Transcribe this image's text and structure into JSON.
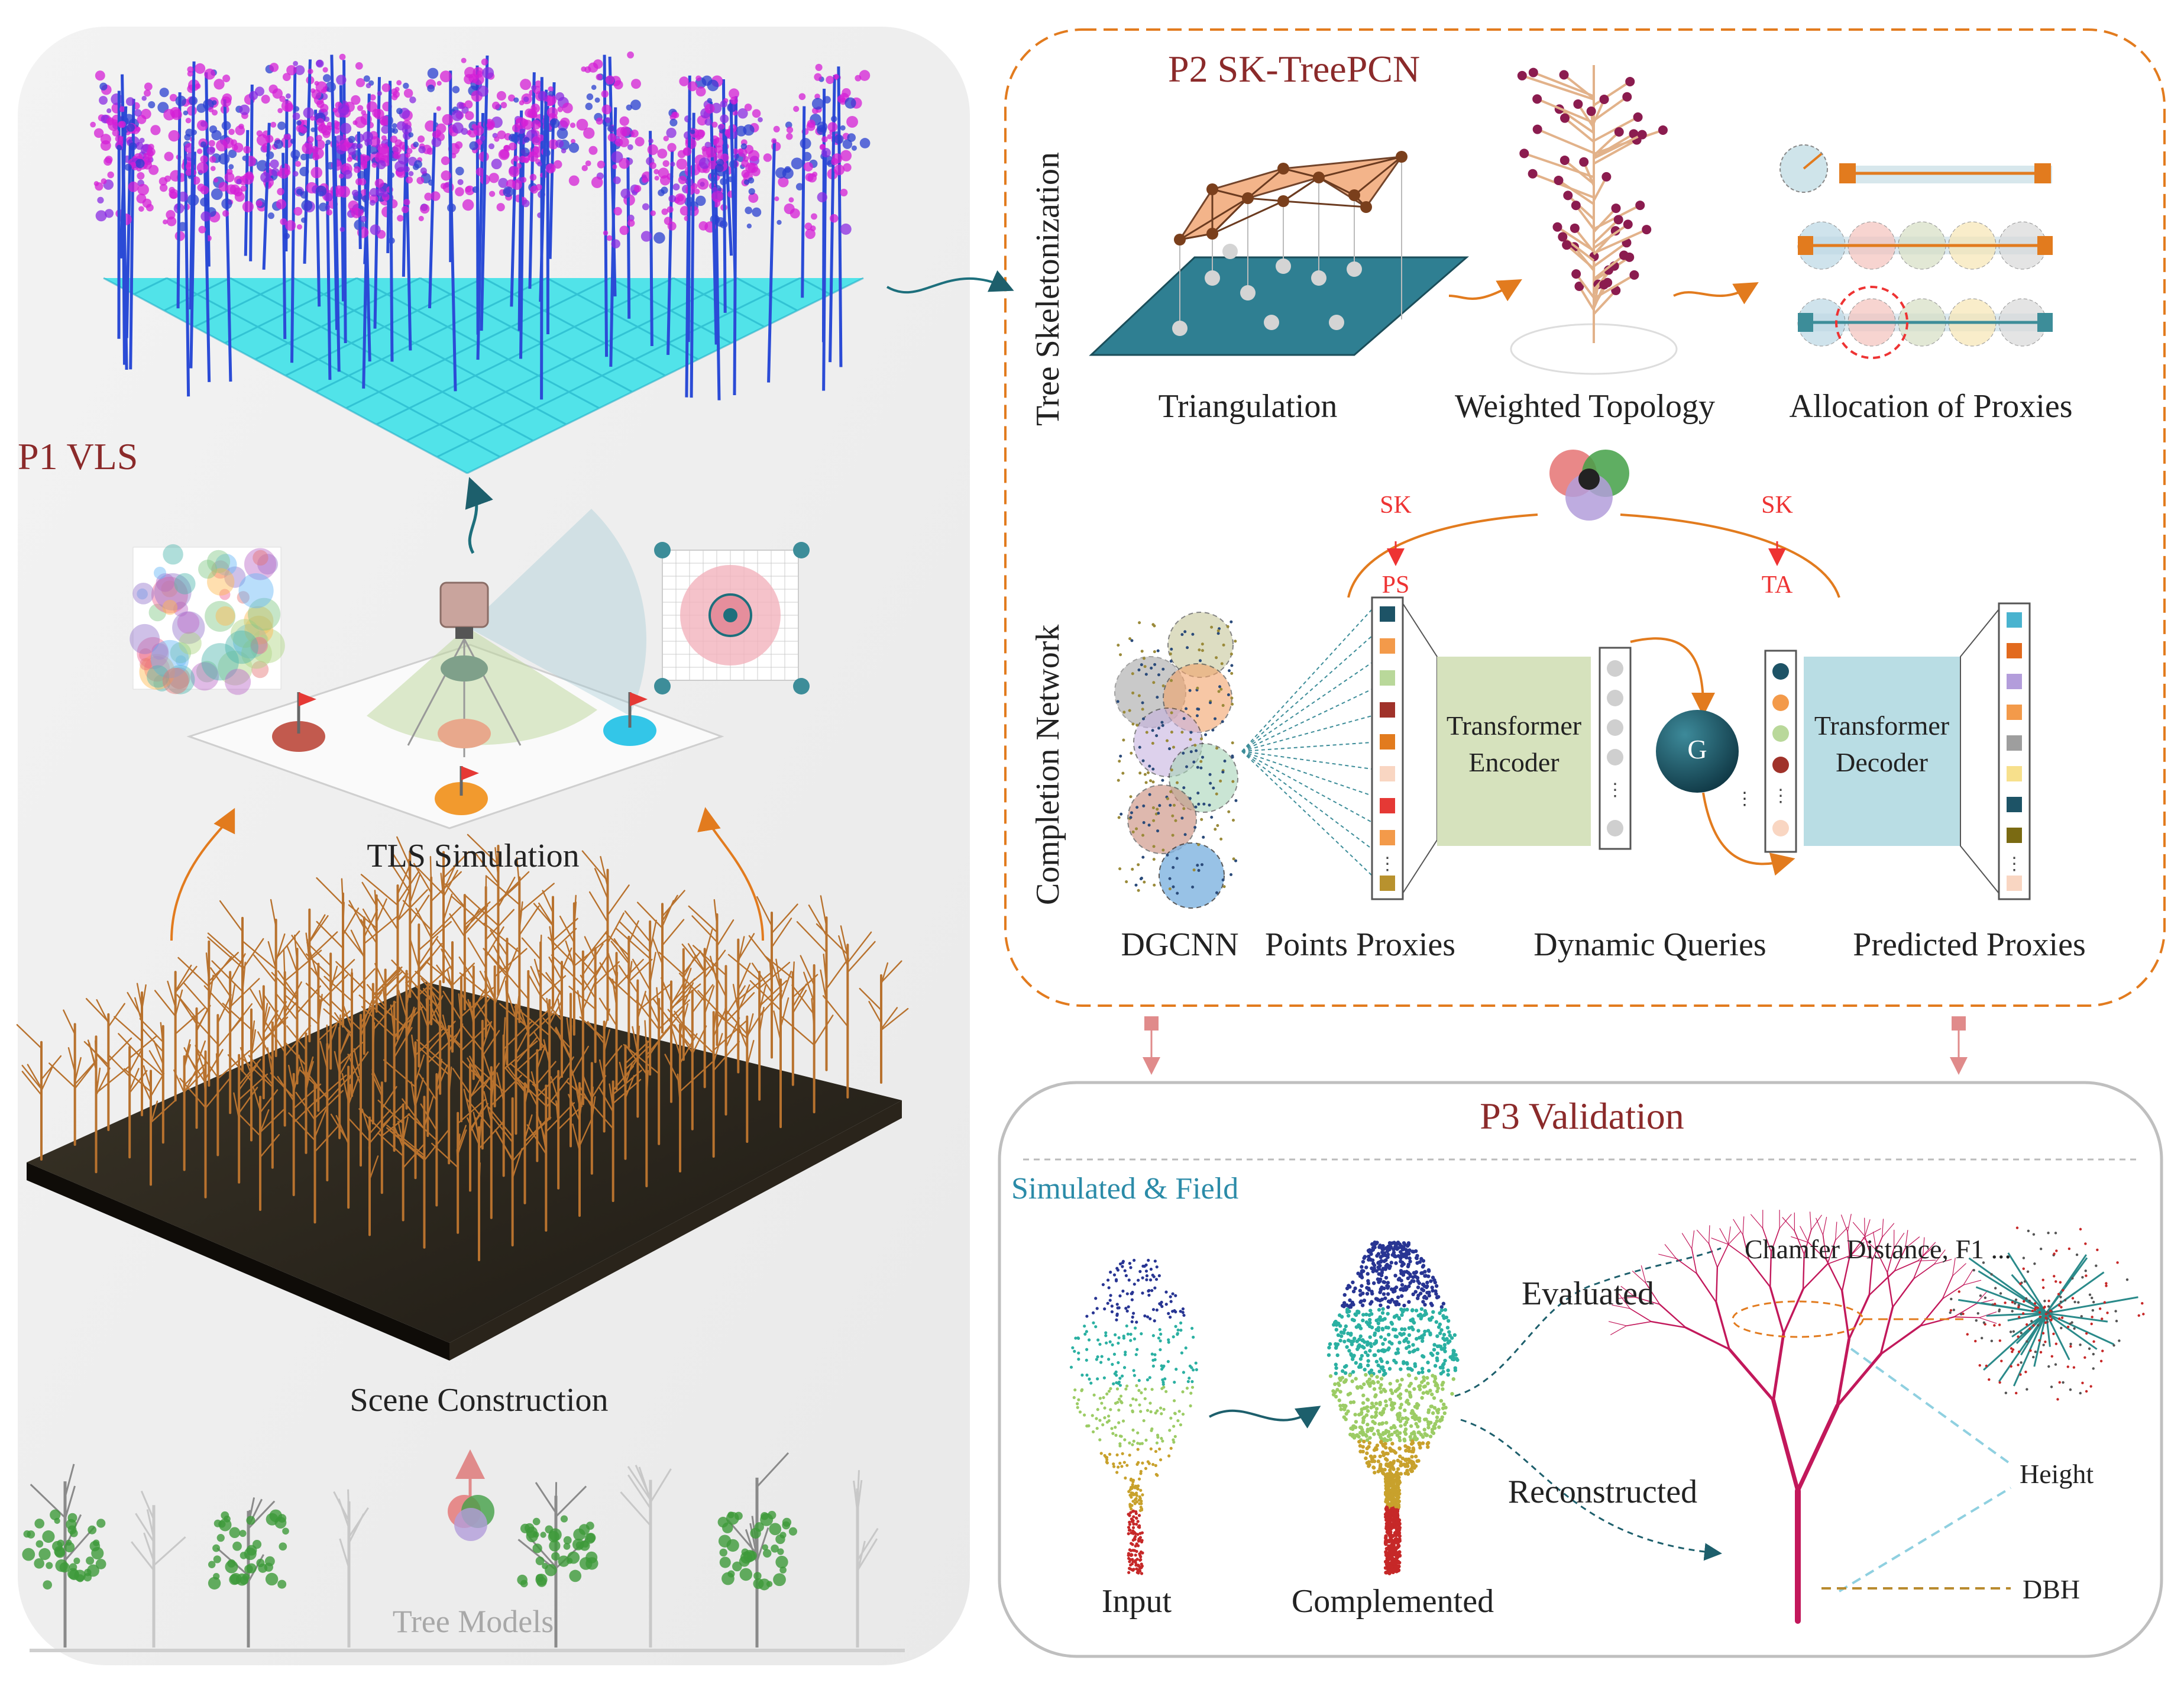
{
  "p1": {
    "title": "P1  VLS",
    "tls_label": "TLS Simulation",
    "scene_label": "Scene Construction",
    "models_label": "Tree  Models"
  },
  "p2": {
    "title": "P2  SK-TreePCN",
    "row1_label": "Tree Skeletonization",
    "row2_label": "Completion Network",
    "triangulation": "Triangulation",
    "weighted_topology": "Weighted Topology",
    "allocation": "Allocation of Proxies",
    "sk_left": "SK",
    "sk_right": "SK",
    "ps": "PS",
    "ta": "TA",
    "encoder": [
      "Transformer",
      "Encoder"
    ],
    "decoder": [
      "Transformer",
      "Decoder"
    ],
    "g_node": "G",
    "dgcnn": "DGCNN",
    "points_proxies": "Points Proxies",
    "dynamic_queries": "Dynamic Queries",
    "predicted_proxies": "Predicted Proxies"
  },
  "p3": {
    "title": "P3 Validation",
    "subtitle": "Simulated & Field",
    "input": "Input",
    "complemented": "Complemented",
    "evaluated": "Evaluated",
    "reconstructed": "Reconstructed",
    "metrics": "Chamfer Distance, F1 ...",
    "height": "Height",
    "dbh": "DBH"
  },
  "colors": {
    "title_red": "#8b2a2a",
    "teal": "#1d6f7c",
    "orange": "#e27b1e",
    "encoder_fill": "#d6e2bd",
    "decoder_fill": "#b9dde4",
    "subtitle_teal": "#2b8ba8"
  }
}
